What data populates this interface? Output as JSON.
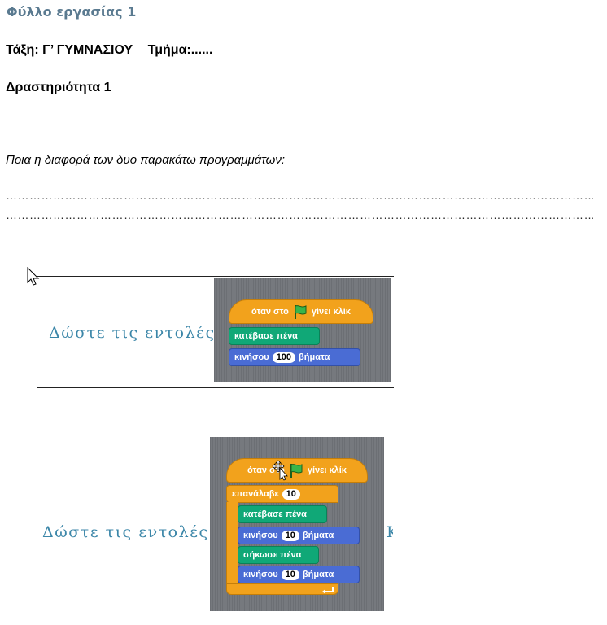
{
  "sheet": {
    "title": "Φύλλο εργασίας 1",
    "class_label": "Τάξη: Γ’ ΓΥΜΝΑΣΙΟΥ",
    "section_label": "Τμήμα:......",
    "activity": "Δραστηριότητα 1",
    "question": "Ποια η διαφορά των δυο παρακάτω προγραμμάτων:",
    "answer_line_1": "……………………………………………………………………………………………………………………………………………",
    "answer_line_2": "……………………………………………………………………………………………………………………………………………"
  },
  "program1": {
    "instruction": "Δώστε τις εντολές:",
    "hat_prefix": "όταν στο",
    "hat_suffix": "γίνει κλίκ",
    "pen_down": "κατέβασε πένα",
    "move_prefix": "κινήσου",
    "move_value": "100",
    "move_suffix": "βήματα"
  },
  "program2": {
    "instruction": "Δώστε τις εντολές:",
    "hat_prefix": "όταν στο",
    "hat_suffix": "γίνει κλίκ",
    "repeat_label": "επανάλαβε",
    "repeat_value": "10",
    "pen_down": "κατέβασε πένα",
    "move1_prefix": "κινήσου",
    "move1_value": "10",
    "move1_suffix": "βήματα",
    "pen_up": "σήκωσε πένα",
    "move2_prefix": "κινήσου",
    "move2_value": "10",
    "move2_suffix": "βήματα",
    "cut_char": "Κ"
  },
  "icons": [
    "green-flag-icon",
    "mouse-pointer-icon",
    "move-cursor-icon",
    "loop-arrow-icon"
  ],
  "colors": {
    "title": "#5a7a90",
    "instruction": "#3b86a8",
    "events": "#f2a21c",
    "pen": "#10a877",
    "motion": "#4a6cd4",
    "stage": "#76797e"
  }
}
